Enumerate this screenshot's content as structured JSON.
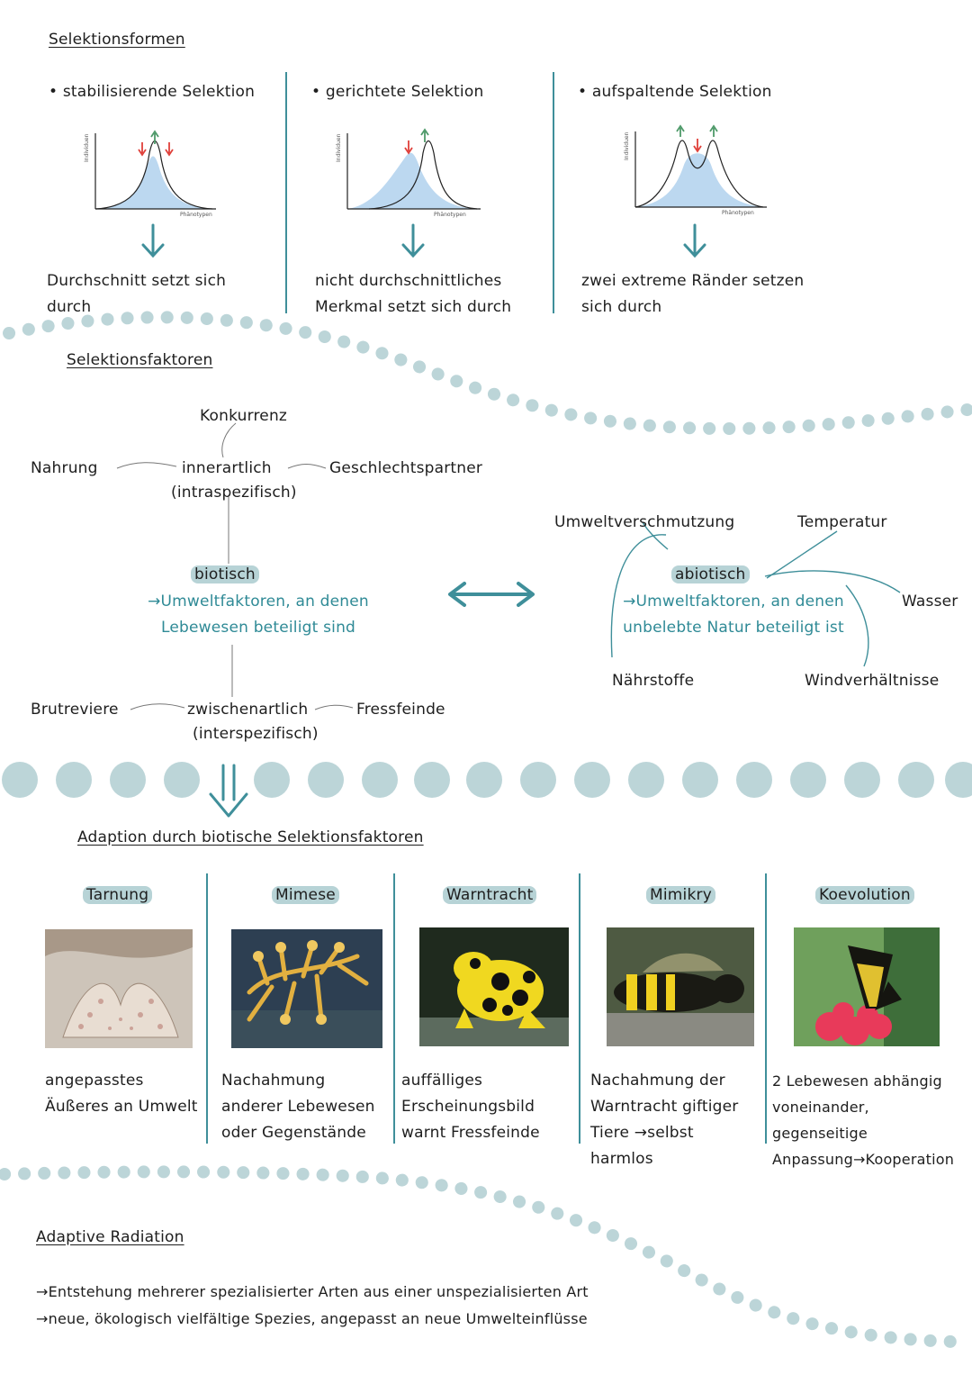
{
  "selection_forms": {
    "title": "Selektionsformen",
    "stabilizing": {
      "label": "stabilisierende Selektion",
      "y_axis": "Individuen",
      "x_axis": "Phänotypen",
      "result": "Durchschnitt setzt sich durch"
    },
    "directional": {
      "label": "gerichtete Selektion",
      "y_axis": "Individuen",
      "x_axis": "Phänotypen",
      "result": "nicht durchschnittliches Merkmal setzt sich durch"
    },
    "disruptive": {
      "label": "aufspaltende Selektion",
      "y_axis": "Individuen",
      "x_axis": "Phänotypen",
      "result": "zwei extreme Ränder setzen sich durch"
    }
  },
  "factors": {
    "title": "Selektionsfaktoren",
    "biotic": {
      "label": "biotisch",
      "definition": "→Umweltfaktoren, an denen Lebewesen beteiligt sind",
      "intra": {
        "label": "innerartlich",
        "sub": "(intraspezifisch)",
        "items": [
          "Konkurrenz",
          "Nahrung",
          "Geschlechtspartner"
        ]
      },
      "inter": {
        "label": "zwischenartlich",
        "sub": "(interspezifisch)",
        "items": [
          "Brutreviere",
          "Fressfeinde"
        ]
      }
    },
    "abiotic": {
      "label": "abiotisch",
      "definition": "→Umweltfaktoren, an denen unbelebte Natur beteiligt ist",
      "items": [
        "Umweltverschmutzung",
        "Temperatur",
        "Wasser",
        "Nährstoffe",
        "Windverhältnisse"
      ]
    }
  },
  "adaptation": {
    "title": "Adaption durch biotische Selektionsfaktoren",
    "columns": [
      {
        "label": "Tarnung",
        "text": "angepasstes Äußeres an Umwelt"
      },
      {
        "label": "Mimese",
        "text": "Nachahmung anderer Lebewesen oder Gegenstände"
      },
      {
        "label": "Warntracht",
        "text": "auffälliges Erscheinungsbild warnt Fressfeinde"
      },
      {
        "label": "Mimikry",
        "text": "Nachahmung der Warntracht giftiger Tiere →selbst harmlos"
      },
      {
        "label": "Koevolution",
        "text": "2 Lebewesen abhängig voneinander, gegenseitige Anpassung→Kooperation"
      }
    ]
  },
  "radiation": {
    "title": "Adaptive Radiation",
    "line1": "→Entstehung mehrerer spezialisierter Arten aus einer unspezialisierten Art",
    "line2": "→neue, ökologisch vielfältige Spezies, angepasst an neue Umwelteinflüsse"
  },
  "colors": {
    "accent": "#3f8f9a",
    "dots": "#bcd5d8",
    "highlight": "#b7d3d6",
    "curve_fill": "#bcd8f0",
    "red_arrow": "#e0403a",
    "green_arrow": "#4f9a6a"
  }
}
